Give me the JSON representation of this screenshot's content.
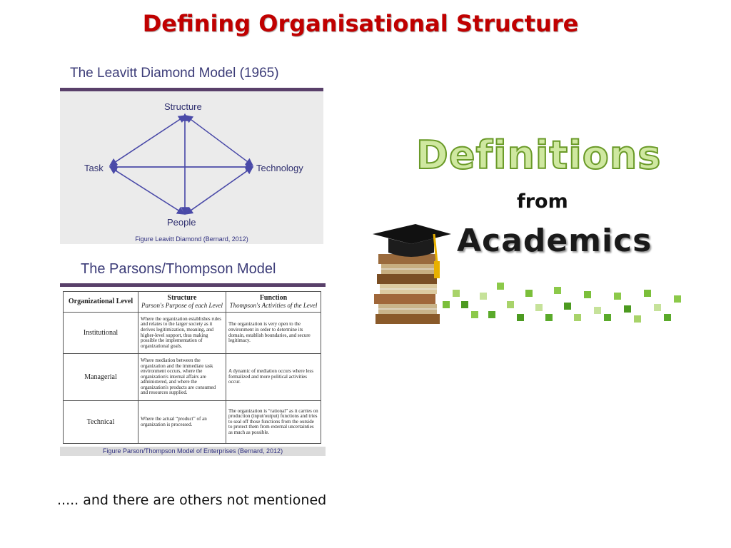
{
  "slide": {
    "title": "Defining Organisational Structure",
    "footnote": "..... and there are others not mentioned"
  },
  "leavitt": {
    "title": "The Leavitt Diamond Model (1965)",
    "nodes": {
      "top": "Structure",
      "left": "Task",
      "right": "Technology",
      "bottom": "People"
    },
    "caption": "Figure Leavitt Diamond (Bernard, 2012)"
  },
  "parsons": {
    "title": "The Parsons/Thompson Model",
    "headers": {
      "level": "Organizational Level",
      "structure": "Structure",
      "structure_sub": "Parson's Purpose of each Level",
      "function": "Function",
      "function_sub": "Thompson's Activities of the Level"
    },
    "rows": [
      {
        "level": "Institutional",
        "structure": "Where the organization establishes rules and relates to the larger society as it derives legitimization, meaning, and higher-level support, thus making possible the implementation of organizational goals.",
        "function": "The organization is very open to the environment in order to determine its domain, establish boundaries, and secure legitimacy."
      },
      {
        "level": "Managerial",
        "structure": "Where mediation between the organization and the immediate task environment occurs, where the organization's internal affairs are administered, and where the organization's products are consumed and resources supplied.",
        "function": "A dynamic of mediation occurs where less formalized and more political activities occur."
      },
      {
        "level": "Technical",
        "structure": "Where the actual “product” of an organization is processed.",
        "function": "The organization is “rational” as it carries on production (input/output) functions and tries to seal off those functions from the outside to protect them from external uncertainties as much as possible."
      }
    ],
    "caption": "Figure Parson/Thompson Model of Enterprises (Bernard, 2012)"
  },
  "graphic": {
    "word1": "Definitions",
    "word2": "from",
    "word3": "Academics",
    "colors": {
      "green_fill": "#cfe8a0",
      "green_stroke": "#6a9a28",
      "cap": "#111111",
      "tassel": "#e8b000"
    }
  }
}
